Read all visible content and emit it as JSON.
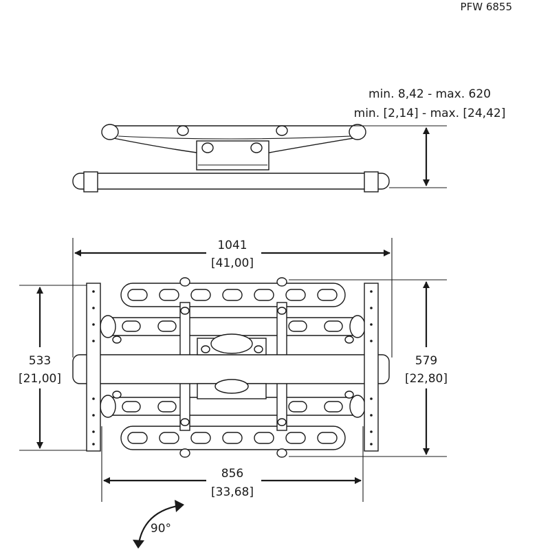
{
  "model": "PFW 6855",
  "depth_dimension": {
    "line1": "min. 8,42 - max. 620",
    "line2": "min. [2,14] - max. [24,42]"
  },
  "overall_width": {
    "mm": "1041",
    "inch": "[41,00]"
  },
  "wall_plate_width": {
    "mm": "856",
    "inch": "[33,68]"
  },
  "left_height": {
    "mm": "533",
    "inch": "[21,00]"
  },
  "right_height": {
    "mm": "579",
    "inch": "[22,80]"
  },
  "rotation": {
    "label": "90°"
  }
}
